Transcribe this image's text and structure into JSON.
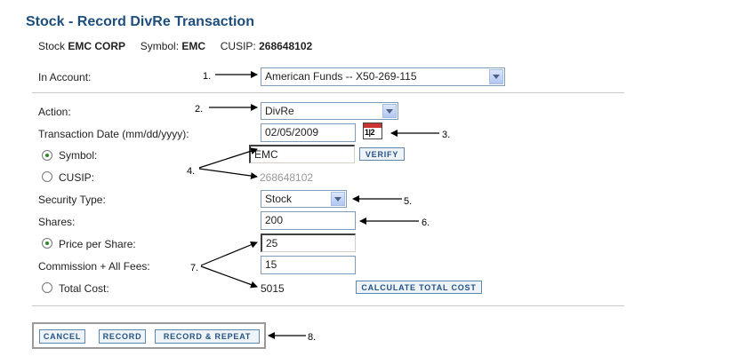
{
  "page": {
    "title": "Stock - Record DivRe Transaction"
  },
  "info": {
    "stock_label": "Stock",
    "stock_value": "EMC CORP",
    "symbol_label": "Symbol:",
    "symbol_value": "EMC",
    "cusip_label": "CUSIP:",
    "cusip_value": "268648102"
  },
  "form": {
    "account_label": "In Account:",
    "account_value": "American Funds -- X50-269-115",
    "action_label": "Action:",
    "action_value": "DivRe",
    "date_label": "Transaction Date (mm/dd/yyyy):",
    "date_value": "02/05/2009",
    "calendar_icon_text": "1|2",
    "symbol_label": "Symbol:",
    "symbol_value": "EMC",
    "verify_label": "VERIFY",
    "cusip_label": "CUSIP:",
    "cusip_value": "268648102",
    "security_type_label": "Security Type:",
    "security_type_value": "Stock",
    "shares_label": "Shares:",
    "shares_value": "200",
    "price_label": "Price per Share:",
    "price_value": "25",
    "fees_label": "Commission + All Fees:",
    "fees_value": "15",
    "total_label": "Total Cost:",
    "total_value": "5015",
    "calc_label": "CALCULATE TOTAL COST",
    "radios": {
      "symbol_selected": true,
      "cusip_selected": false,
      "price_selected": true,
      "total_selected": false
    }
  },
  "buttons": {
    "cancel": "CANCEL",
    "record": "RECORD",
    "record_repeat": "RECORD & REPEAT"
  },
  "callouts": [
    "1.",
    "2.",
    "3.",
    "4.",
    "5.",
    "6.",
    "7.",
    "8."
  ],
  "icons": {
    "calendar": "calendar-icon",
    "dropdown": "chevron-down-icon",
    "radio": "radio-icon"
  },
  "colors": {
    "title": "#1d4e7e",
    "button_text": "#245384",
    "button_border": "#5f86ad",
    "radio_dot": "#2a8a2a",
    "divider": "#c8c8c8"
  }
}
